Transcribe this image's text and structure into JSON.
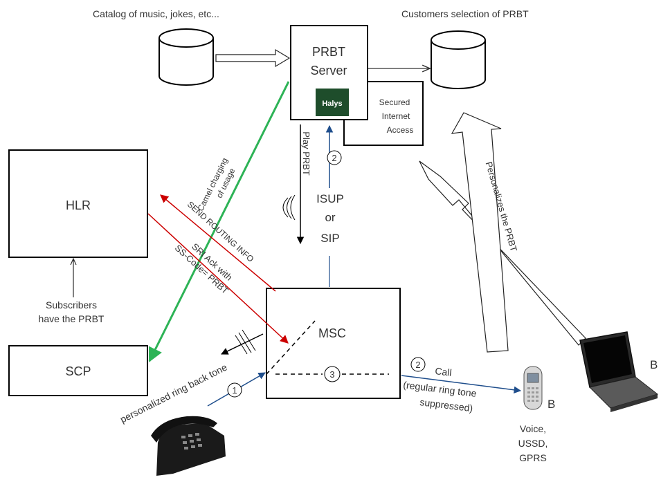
{
  "labels": {
    "catalog": "Catalog of music, jokes, etc...",
    "customers_selection": "Customers selection of PRBT",
    "prbt_server_line1": "PRBT",
    "prbt_server_line2": "Server",
    "halys_logo": "Halys",
    "secured_line1": "Secured",
    "secured_line2": "Internet",
    "secured_line3": "Access",
    "hlr": "HLR",
    "scp": "SCP",
    "msc": "MSC",
    "subscribers_line1": "Subscribers",
    "subscribers_line2": "have the PRBT",
    "camel_line1": "Camel charging",
    "camel_line2": "of usage",
    "send_routing": "SEND ROUTING INFO",
    "sri_ack_line1": "SRI Ack with",
    "sri_ack_line2": "SS-Code= PRBT",
    "play_prbt": "Play PRBT",
    "isup": "ISUP",
    "or": "or",
    "sip": "SIP",
    "personalizes": "Personalizes the PRBT",
    "personalized_ring": "personalized ring back tone",
    "call": "Call",
    "regular_line1": "(regular ring tone",
    "regular_line2": "suppressed)",
    "mobile_b": "B",
    "laptop_b": "B",
    "voice_line1": "Voice,",
    "voice_line2": "USSD,",
    "voice_line3": "GPRS",
    "step1": "1",
    "step2_top": "2",
    "step2_call": "2",
    "step3": "3"
  },
  "colors": {
    "red_arrow": "#cc0000",
    "green_arrow": "#2db356",
    "blue_arrow": "#1f4e8c",
    "halys_bg": "#1e4d2b",
    "halys_text": "#ffffff"
  }
}
